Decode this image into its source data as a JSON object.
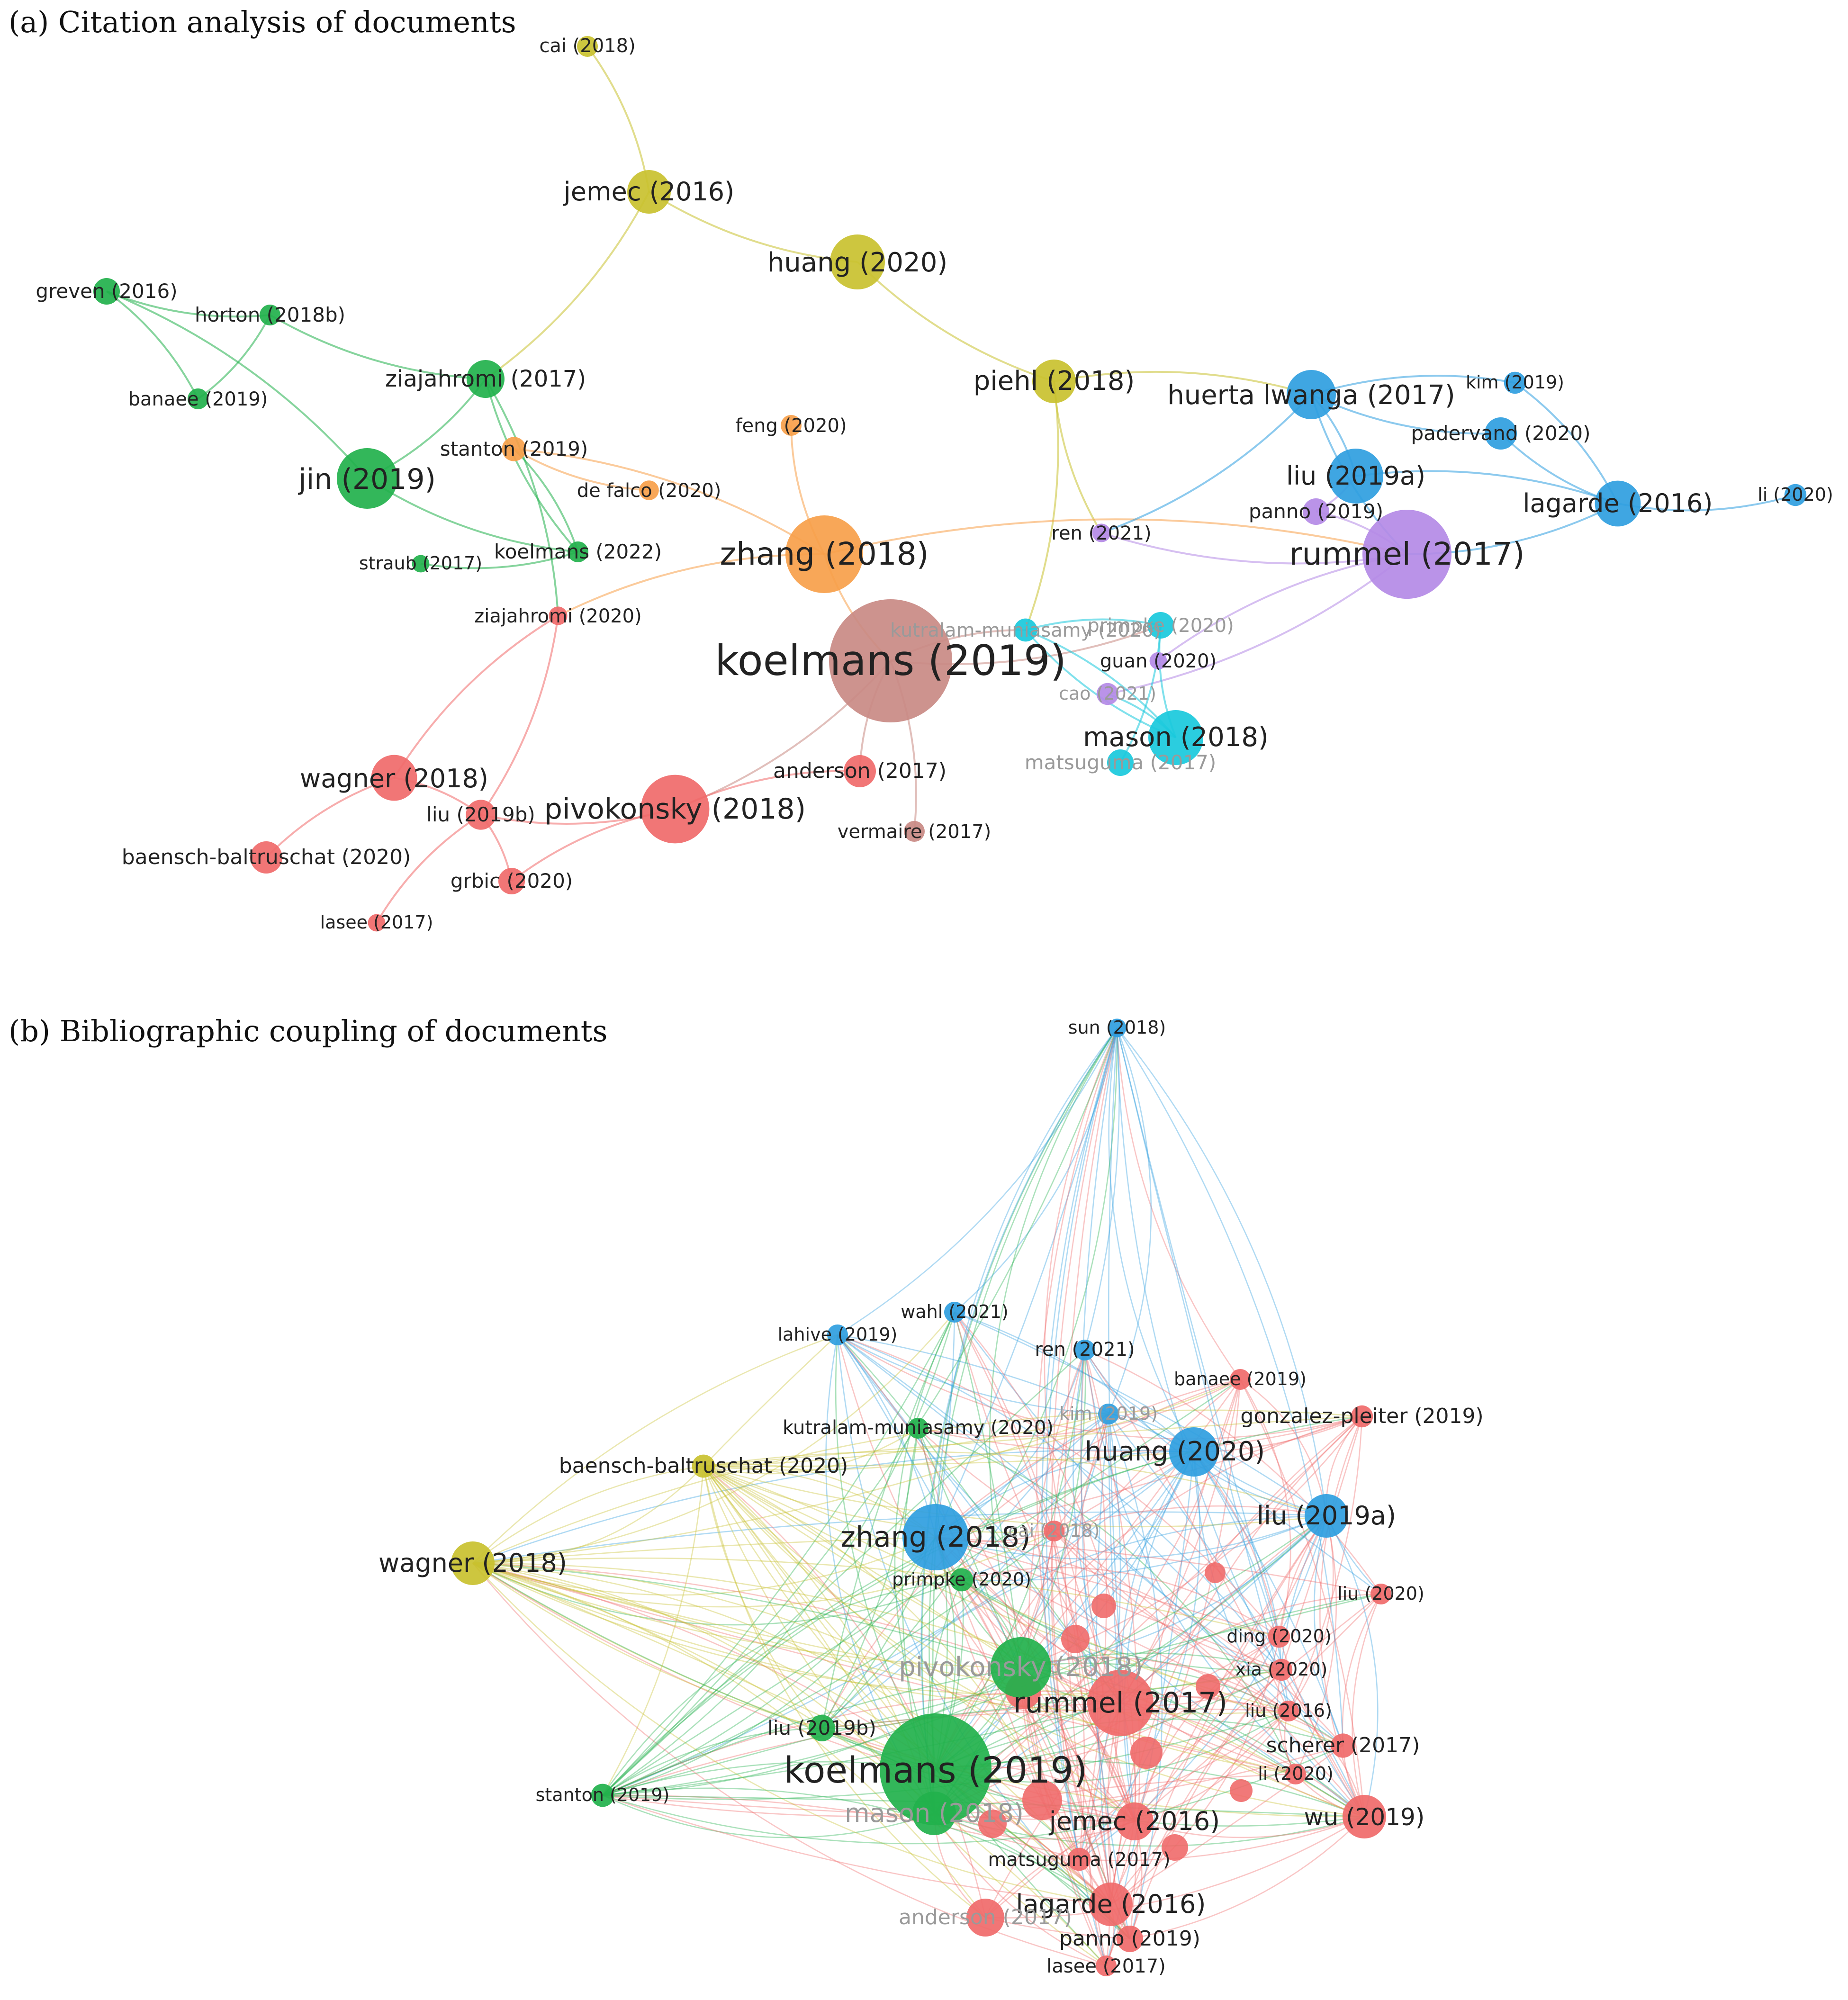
{
  "panels": [
    {
      "id": "a",
      "title": "(a) Citation analysis of documents",
      "colors": {
        "red": "#f06a6a",
        "green": "#22b14c",
        "yellow": "#c9c12f",
        "blue": "#2f9ee0",
        "purple": "#b48ae6",
        "orange": "#f7a04a",
        "cyan": "#19c9dc",
        "brown": "#c98a84"
      },
      "nodes": [
        {
          "id": "cai2018",
          "label": "cai (2018)",
          "cluster": "yellow",
          "size": 1
        },
        {
          "id": "jemec2016",
          "label": "jemec (2016)",
          "cluster": "yellow",
          "size": 3
        },
        {
          "id": "huang2020",
          "label": "huang (2020)",
          "cluster": "yellow",
          "size": 4
        },
        {
          "id": "piehl2018",
          "label": "piehl (2018)",
          "cluster": "yellow",
          "size": 3
        },
        {
          "id": "greven2016",
          "label": "greven (2016)",
          "cluster": "green",
          "size": 1.5
        },
        {
          "id": "horton2018b",
          "label": "horton (2018b)",
          "cluster": "green",
          "size": 1
        },
        {
          "id": "banaee2019",
          "label": "banaee (2019)",
          "cluster": "green",
          "size": 1
        },
        {
          "id": "ziajahromi2017",
          "label": "ziajahromi (2017)",
          "cluster": "green",
          "size": 2.5
        },
        {
          "id": "jin2019",
          "label": "jin (2019)",
          "cluster": "green",
          "size": 4.5
        },
        {
          "id": "straub2017",
          "label": "straub (2017)",
          "cluster": "green",
          "size": 0.7
        },
        {
          "id": "koelmans2022",
          "label": "koelmans (2022)",
          "cluster": "green",
          "size": 1
        },
        {
          "id": "stanton2019",
          "label": "stanton (2019)",
          "cluster": "orange",
          "size": 1.3
        },
        {
          "id": "feng2020",
          "label": "feng (2020)",
          "cluster": "orange",
          "size": 1
        },
        {
          "id": "defalco2020",
          "label": "de falco (2020)",
          "cluster": "orange",
          "size": 0.9
        },
        {
          "id": "zhang2018",
          "label": "zhang (2018)",
          "cluster": "orange",
          "size": 6
        },
        {
          "id": "ziajahromi2020",
          "label": "ziajahromi (2020)",
          "cluster": "red",
          "size": 0.8
        },
        {
          "id": "koelmans2019",
          "label": "koelmans (2019)",
          "cluster": "brown",
          "size": 10
        },
        {
          "id": "wagner2018",
          "label": "wagner (2018)",
          "cluster": "red",
          "size": 3.2
        },
        {
          "id": "liu2019b",
          "label": "liu (2019b)",
          "cluster": "red",
          "size": 1.8
        },
        {
          "id": "pivokonsky2018",
          "label": "pivokonsky (2018)",
          "cluster": "red",
          "size": 5.2
        },
        {
          "id": "anderson2017",
          "label": "anderson (2017)",
          "cluster": "red",
          "size": 2
        },
        {
          "id": "vermaire2017",
          "label": "vermaire (2017)",
          "cluster": "brown",
          "size": 1
        },
        {
          "id": "baensch2020",
          "label": "baensch-baltruschat (2020)",
          "cluster": "red",
          "size": 2
        },
        {
          "id": "grbic2020",
          "label": "grbic (2020)",
          "cluster": "red",
          "size": 1.5
        },
        {
          "id": "lasee2017",
          "label": "lasee (2017)",
          "cluster": "red",
          "size": 0.7
        },
        {
          "id": "huerta2017",
          "label": "huerta lwanga (2017)",
          "cluster": "blue",
          "size": 3.5
        },
        {
          "id": "kim2019",
          "label": "kim (2019)",
          "cluster": "blue",
          "size": 1.1
        },
        {
          "id": "padervand2020",
          "label": "padervand (2020)",
          "cluster": "blue",
          "size": 2
        },
        {
          "id": "liu2019a",
          "label": "liu (2019a)",
          "cluster": "blue",
          "size": 4
        },
        {
          "id": "lagarde2016",
          "label": "lagarde (2016)",
          "cluster": "blue",
          "size": 3.2
        },
        {
          "id": "li2020",
          "label": "li (2020)",
          "cluster": "blue",
          "size": 1.1
        },
        {
          "id": "panno2019",
          "label": "panno (2019)",
          "cluster": "purple",
          "size": 1.5
        },
        {
          "id": "ren2021",
          "label": "ren (2021)",
          "cluster": "purple",
          "size": 0.8
        },
        {
          "id": "rummel2017",
          "label": "rummel (2017)",
          "cluster": "purple",
          "size": 7
        },
        {
          "id": "kutralam2020",
          "label": "kutralam-muniasamy (2020)",
          "cluster": "cyan",
          "size": 1.2
        },
        {
          "id": "primpke2020",
          "label": "primpke (2020)",
          "cluster": "cyan",
          "size": 1.5
        },
        {
          "id": "guan2020",
          "label": "guan (2020)",
          "cluster": "purple",
          "size": 0.7
        },
        {
          "id": "cao2021",
          "label": "cao (2021)",
          "cluster": "purple",
          "size": 1.1
        },
        {
          "id": "mason2018",
          "label": "mason (2018)",
          "cluster": "cyan",
          "size": 4
        },
        {
          "id": "matsuguma2017",
          "label": "matsuguma (2017)",
          "cluster": "cyan",
          "size": 1.5
        }
      ],
      "edges": [
        [
          "cai2018",
          "jemec2016"
        ],
        [
          "jemec2016",
          "huang2020"
        ],
        [
          "jemec2016",
          "ziajahromi2017"
        ],
        [
          "huang2020",
          "piehl2018"
        ],
        [
          "piehl2018",
          "huerta2017"
        ],
        [
          "piehl2018",
          "ren2021"
        ],
        [
          "piehl2018",
          "kutralam2020"
        ],
        [
          "greven2016",
          "horton2018b"
        ],
        [
          "greven2016",
          "banaee2019"
        ],
        [
          "banaee2019",
          "horton2018b"
        ],
        [
          "greven2016",
          "jin2019"
        ],
        [
          "horton2018b",
          "ziajahromi2017"
        ],
        [
          "ziajahromi2017",
          "jin2019"
        ],
        [
          "ziajahromi2017",
          "koelmans2022"
        ],
        [
          "ziajahromi2017",
          "ziajahromi2020"
        ],
        [
          "jin2019",
          "koelmans2022"
        ],
        [
          "koelmans2022",
          "straub2017"
        ],
        [
          "koelmans2022",
          "stanton2019"
        ],
        [
          "stanton2019",
          "zhang2018"
        ],
        [
          "feng2020",
          "zhang2018"
        ],
        [
          "defalco2020",
          "stanton2019"
        ],
        [
          "zhang2018",
          "koelmans2019"
        ],
        [
          "zhang2018",
          "rummel2017"
        ],
        [
          "zhang2018",
          "ziajahromi2020"
        ],
        [
          "koelmans2019",
          "pivokonsky2018"
        ],
        [
          "koelmans2019",
          "anderson2017"
        ],
        [
          "koelmans2019",
          "vermaire2017"
        ],
        [
          "koelmans2019",
          "primpke2020"
        ],
        [
          "koelmans2019",
          "kutralam2020"
        ],
        [
          "ziajahromi2020",
          "wagner2018"
        ],
        [
          "ziajahromi2020",
          "liu2019b"
        ],
        [
          "wagner2018",
          "baensch2020"
        ],
        [
          "wagner2018",
          "liu2019b"
        ],
        [
          "liu2019b",
          "pivokonsky2018"
        ],
        [
          "liu2019b",
          "grbic2020"
        ],
        [
          "liu2019b",
          "lasee2017"
        ],
        [
          "pivokonsky2018",
          "anderson2017"
        ],
        [
          "pivokonsky2018",
          "grbic2020"
        ],
        [
          "huerta2017",
          "kim2019"
        ],
        [
          "huerta2017",
          "padervand2020"
        ],
        [
          "huerta2017",
          "liu2019a"
        ],
        [
          "huerta2017",
          "rummel2017"
        ],
        [
          "kim2019",
          "lagarde2016"
        ],
        [
          "padervand2020",
          "lagarde2016"
        ],
        [
          "liu2019a",
          "lagarde2016"
        ],
        [
          "lagarde2016",
          "li2020"
        ],
        [
          "lagarde2016",
          "rummel2017"
        ],
        [
          "rummel2017",
          "panno2019"
        ],
        [
          "rummel2017",
          "ren2021"
        ],
        [
          "rummel2017",
          "guan2020"
        ],
        [
          "rummel2017",
          "cao2021"
        ],
        [
          "panno2019",
          "liu2019a"
        ],
        [
          "kutralam2020",
          "mason2018"
        ],
        [
          "primpke2020",
          "mason2018"
        ],
        [
          "primpke2020",
          "matsuguma2017"
        ],
        [
          "mason2018",
          "cao2021"
        ],
        [
          "mason2018",
          "kutralam2020"
        ],
        [
          "primpke2020",
          "kutralam2020"
        ],
        [
          "huerta2017",
          "ren2021"
        ]
      ]
    },
    {
      "id": "b",
      "title": "(b) Bibliographic coupling of documents",
      "colors": {
        "red": "#f06a6a",
        "green": "#22b14c",
        "yellow": "#c9c12f",
        "blue": "#2f9ee0"
      },
      "nodes": [
        {
          "id": "sun2018",
          "label": "sun (2018)",
          "cluster": "blue",
          "size": 0.8
        },
        {
          "id": "wahl2021",
          "label": "wahl (2021)",
          "cluster": "blue",
          "size": 1
        },
        {
          "id": "lahive2019",
          "label": "lahive (2019)",
          "cluster": "blue",
          "size": 1
        },
        {
          "id": "ren2021",
          "label": "ren (2021)",
          "cluster": "blue",
          "size": 1
        },
        {
          "id": "banaee2019",
          "label": "banaee (2019)",
          "cluster": "red",
          "size": 1
        },
        {
          "id": "kutralam2020",
          "label": "kutralam-muniasamy (2020)",
          "cluster": "green",
          "size": 1
        },
        {
          "id": "kim2019",
          "label": "kim (2019)",
          "cluster": "blue",
          "size": 1
        },
        {
          "id": "gonzalez2019",
          "label": "gonzalez-pleiter (2019)",
          "cluster": "red",
          "size": 1.1
        },
        {
          "id": "huang2020",
          "label": "huang (2020)",
          "cluster": "blue",
          "size": 3.5
        },
        {
          "id": "baensch2020",
          "label": "baensch-baltruschat (2020)",
          "cluster": "yellow",
          "size": 1.2
        },
        {
          "id": "liu2019a",
          "label": "liu (2019a)",
          "cluster": "blue",
          "size": 3
        },
        {
          "id": "wagner2018",
          "label": "wagner (2018)",
          "cluster": "yellow",
          "size": 3
        },
        {
          "id": "zhang2018",
          "label": "zhang (2018)",
          "cluster": "blue",
          "size": 5
        },
        {
          "id": "cai2018",
          "label": "cai (2018)",
          "cluster": "red",
          "size": 1
        },
        {
          "id": "primpke2020",
          "label": "primpke (2020)",
          "cluster": "green",
          "size": 1.2
        },
        {
          "id": "liu2020",
          "label": "liu (2020)",
          "cluster": "red",
          "size": 1
        },
        {
          "id": "ding2020",
          "label": "ding (2020)",
          "cluster": "red",
          "size": 1.1
        },
        {
          "id": "pivokonsky2018",
          "label": "pivokonsky (2018)",
          "cluster": "green",
          "size": 4.5
        },
        {
          "id": "xia2020",
          "label": "xia (2020)",
          "cluster": "red",
          "size": 1.1
        },
        {
          "id": "rummel2017",
          "label": "rummel (2017)",
          "cluster": "red",
          "size": 5
        },
        {
          "id": "liu2019b",
          "label": "liu (2019b)",
          "cluster": "green",
          "size": 1.5
        },
        {
          "id": "liu2016",
          "label": "liu (2016)",
          "cluster": "red",
          "size": 1
        },
        {
          "id": "scherer2017",
          "label": "scherer (2017)",
          "cluster": "red",
          "size": 1.3
        },
        {
          "id": "koelmans2019",
          "label": "koelmans (2019)",
          "cluster": "green",
          "size": 9
        },
        {
          "id": "li2020",
          "label": "li (2020)",
          "cluster": "red",
          "size": 1
        },
        {
          "id": "stanton2019",
          "label": "stanton (2019)",
          "cluster": "green",
          "size": 1.2
        },
        {
          "id": "mason2018",
          "label": "mason (2018)",
          "cluster": "green",
          "size": 3
        },
        {
          "id": "jemec2016",
          "label": "jemec (2016)",
          "cluster": "red",
          "size": 2.5
        },
        {
          "id": "wu2019",
          "label": "wu (2019)",
          "cluster": "red",
          "size": 3
        },
        {
          "id": "matsuguma2017",
          "label": "matsuguma (2017)",
          "cluster": "red",
          "size": 1.2
        },
        {
          "id": "lagarde2016",
          "label": "lagarde (2016)",
          "cluster": "red",
          "size": 3
        },
        {
          "id": "anderson2017",
          "label": "anderson (2017)",
          "cluster": "red",
          "size": 2.5
        },
        {
          "id": "panno2019",
          "label": "panno (2019)",
          "cluster": "red",
          "size": 1.5
        },
        {
          "id": "lasee2017",
          "label": "lasee (2017)",
          "cluster": "red",
          "size": 1
        }
      ]
    }
  ]
}
